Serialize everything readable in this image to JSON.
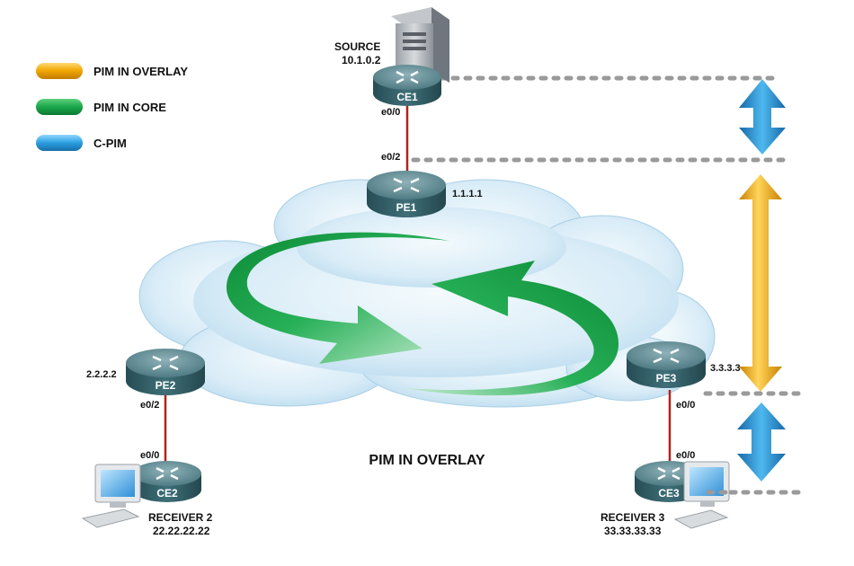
{
  "legend": [
    {
      "label": "PIM IN OVERLAY",
      "color": "#f0a500"
    },
    {
      "label": "PIM IN CORE",
      "color": "#1aa64a"
    },
    {
      "label": "C-PIM",
      "color": "#2a9ee0"
    }
  ],
  "caption": "PIM IN OVERLAY",
  "source": {
    "label": "SOURCE",
    "ip": "10.1.0.2"
  },
  "routers": {
    "ce1": {
      "name": "CE1",
      "iface": "e0/0"
    },
    "pe1": {
      "name": "PE1",
      "iface": "e0/2",
      "ip": "1.1.1.1"
    },
    "pe2": {
      "name": "PE2",
      "iface": "e0/2",
      "ip": "2.2.2.2"
    },
    "pe3": {
      "name": "PE3",
      "iface": "e0/0",
      "ip": "3.3.3.3"
    },
    "ce2": {
      "name": "CE2",
      "iface": "e0/0"
    },
    "ce3": {
      "name": "CE3",
      "iface": "e0/0"
    }
  },
  "receivers": {
    "r2": {
      "label": "RECEIVER 2",
      "ip": "22.22.22.22"
    },
    "r3": {
      "label": "RECEIVER 3",
      "ip": "33.33.33.33"
    }
  },
  "colors": {
    "link": "#b0231e",
    "cloud": "#d6eaf6",
    "router_top": "#5d8891",
    "router_body": "#2f5c64"
  },
  "icons": [
    "server-icon",
    "router-icon",
    "pc-icon",
    "cloud-icon",
    "double-arrow-icon",
    "curved-arrow-icon"
  ]
}
